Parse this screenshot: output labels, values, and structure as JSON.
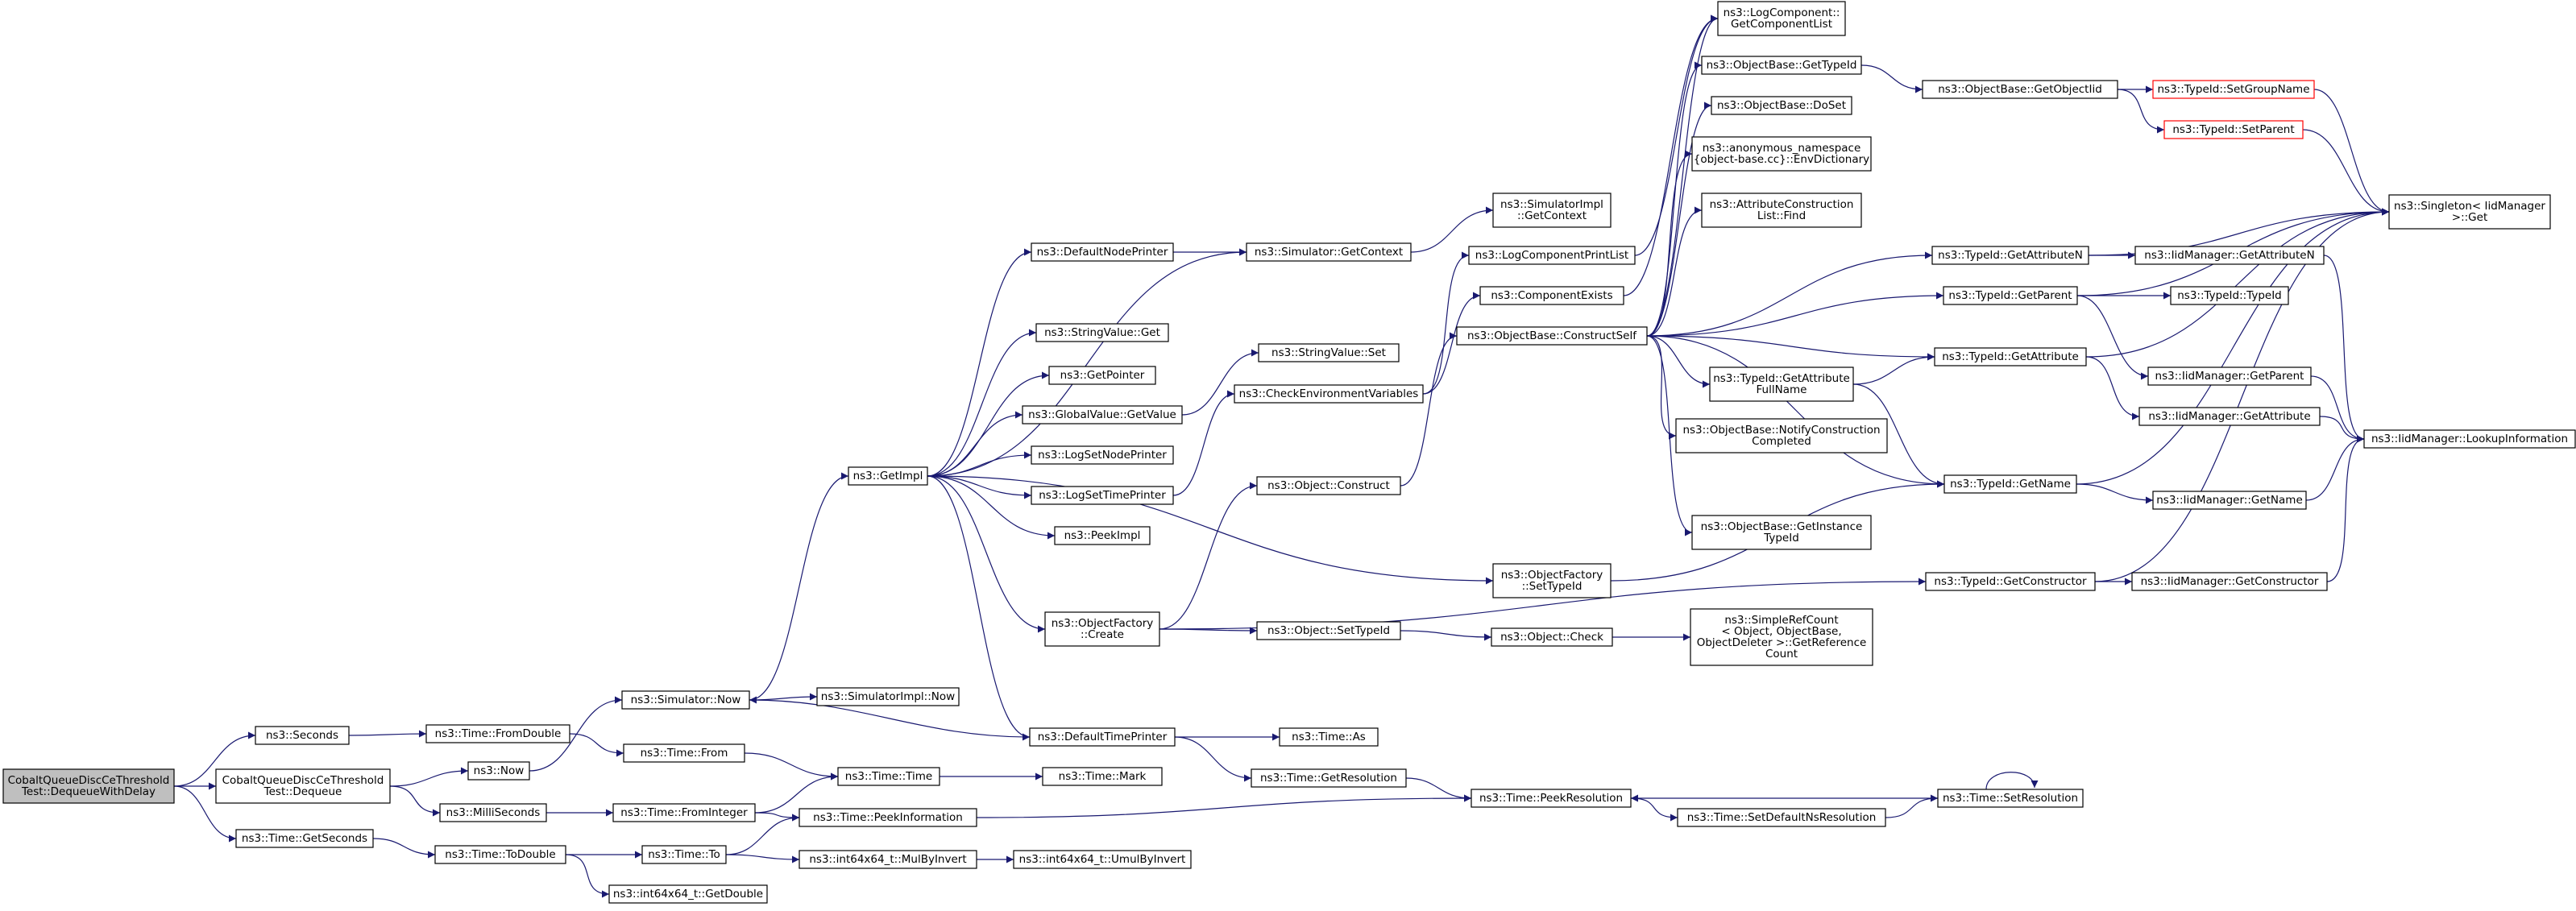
{
  "graph": {
    "edge_color": "#191970",
    "root_fill": "#bfbfbf",
    "highlight_border": "#ff0000",
    "nodes": [
      {
        "id": "root",
        "lines": [
          "CobaltQueueDiscCeThreshold",
          "Test::DequeueWithDelay"
        ],
        "style": "root"
      },
      {
        "id": "seconds",
        "lines": [
          "ns3::Seconds"
        ]
      },
      {
        "id": "dequeue",
        "lines": [
          "CobaltQueueDiscCeThreshold",
          "Test::Dequeue"
        ]
      },
      {
        "id": "getseconds",
        "lines": [
          "ns3::Time::GetSeconds"
        ]
      },
      {
        "id": "fromdouble",
        "lines": [
          "ns3::Time::FromDouble"
        ]
      },
      {
        "id": "now",
        "lines": [
          "ns3::Now"
        ]
      },
      {
        "id": "milliseconds",
        "lines": [
          "ns3::MilliSeconds"
        ]
      },
      {
        "id": "todouble",
        "lines": [
          "ns3::Time::ToDouble"
        ]
      },
      {
        "id": "simnow",
        "lines": [
          "ns3::Simulator::Now"
        ]
      },
      {
        "id": "timefrom",
        "lines": [
          "ns3::Time::From"
        ]
      },
      {
        "id": "frominteger",
        "lines": [
          "ns3::Time::FromInteger"
        ]
      },
      {
        "id": "timeto",
        "lines": [
          "ns3::Time::To"
        ]
      },
      {
        "id": "getdouble",
        "lines": [
          "ns3::int64x64_t::GetDouble"
        ]
      },
      {
        "id": "getimpl",
        "lines": [
          "ns3::GetImpl"
        ]
      },
      {
        "id": "simimplnow",
        "lines": [
          "ns3::SimulatorImpl::Now"
        ]
      },
      {
        "id": "timetime",
        "lines": [
          "ns3::Time::Time"
        ]
      },
      {
        "id": "peekinfo",
        "lines": [
          "ns3::Time::PeekInformation"
        ]
      },
      {
        "id": "mulbyinvert",
        "lines": [
          "ns3::int64x64_t::MulByInvert"
        ]
      },
      {
        "id": "defnodeprinter",
        "lines": [
          "ns3::DefaultNodePrinter"
        ]
      },
      {
        "id": "stringvalueget",
        "lines": [
          "ns3::StringValue::Get"
        ]
      },
      {
        "id": "getpointer",
        "lines": [
          "ns3::GetPointer"
        ]
      },
      {
        "id": "globalvalueget",
        "lines": [
          "ns3::GlobalValue::GetValue"
        ]
      },
      {
        "id": "logsetnodeprinter",
        "lines": [
          "ns3::LogSetNodePrinter"
        ]
      },
      {
        "id": "logsettimeprinter",
        "lines": [
          "ns3::LogSetTimePrinter"
        ]
      },
      {
        "id": "peekimpl",
        "lines": [
          "ns3::PeekImpl"
        ]
      },
      {
        "id": "objfactorycreate",
        "lines": [
          "ns3::ObjectFactory",
          "::Create"
        ]
      },
      {
        "id": "deftimeprinter",
        "lines": [
          "ns3::DefaultTimePrinter"
        ]
      },
      {
        "id": "timemark",
        "lines": [
          "ns3::Time::Mark"
        ]
      },
      {
        "id": "umulbyinvert",
        "lines": [
          "ns3::int64x64_t::UmulByInvert"
        ]
      },
      {
        "id": "simgetcontext",
        "lines": [
          "ns3::Simulator::GetContext"
        ]
      },
      {
        "id": "stringvalueset",
        "lines": [
          "ns3::StringValue::Set"
        ]
      },
      {
        "id": "checkenvvars",
        "lines": [
          "ns3::CheckEnvironmentVariables"
        ]
      },
      {
        "id": "objconstruct",
        "lines": [
          "ns3::Object::Construct"
        ]
      },
      {
        "id": "objsettypeid",
        "lines": [
          "ns3::Object::SetTypeId"
        ]
      },
      {
        "id": "timeas",
        "lines": [
          "ns3::Time::As"
        ]
      },
      {
        "id": "timegetres",
        "lines": [
          "ns3::Time::GetResolution"
        ]
      },
      {
        "id": "simimplgetcontext",
        "lines": [
          "ns3::SimulatorImpl",
          "::GetContext"
        ]
      },
      {
        "id": "logcomponentprintlist",
        "lines": [
          "ns3::LogComponentPrintList"
        ]
      },
      {
        "id": "componentexists",
        "lines": [
          "ns3::ComponentExists"
        ]
      },
      {
        "id": "constructself",
        "lines": [
          "ns3::ObjectBase::ConstructSelf"
        ]
      },
      {
        "id": "objfactorysettypeid",
        "lines": [
          "ns3::ObjectFactory",
          "::SetTypeId"
        ]
      },
      {
        "id": "objcheck",
        "lines": [
          "ns3::Object::Check"
        ]
      },
      {
        "id": "peekresolution",
        "lines": [
          "ns3::Time::PeekResolution"
        ]
      },
      {
        "id": "getcomponentlist",
        "lines": [
          "ns3::LogComponent::",
          "GetComponentList"
        ]
      },
      {
        "id": "objbasegettypeid",
        "lines": [
          "ns3::ObjectBase::GetTypeId"
        ]
      },
      {
        "id": "objbasedoset",
        "lines": [
          "ns3::ObjectBase::DoSet"
        ]
      },
      {
        "id": "envdictionary",
        "lines": [
          "ns3::anonymous_namespace",
          "{object-base.cc}::EnvDictionary"
        ]
      },
      {
        "id": "attrconstructfind",
        "lines": [
          "ns3::AttributeConstruction",
          "List::Find"
        ]
      },
      {
        "id": "getattrfullname",
        "lines": [
          "ns3::TypeId::GetAttribute",
          "FullName"
        ]
      },
      {
        "id": "notifyconstruction",
        "lines": [
          "ns3::ObjectBase::NotifyConstruction",
          "Completed"
        ]
      },
      {
        "id": "getinstancetypeid",
        "lines": [
          "ns3::ObjectBase::GetInstance",
          "TypeId"
        ]
      },
      {
        "id": "simplerefcount",
        "lines": [
          "ns3::SimpleRefCount",
          "< Object, ObjectBase,",
          "ObjectDeleter >::GetReference",
          "Count"
        ]
      },
      {
        "id": "setdefaultnsres",
        "lines": [
          "ns3::Time::SetDefaultNsResolution"
        ]
      },
      {
        "id": "objbasegetobjecttid",
        "lines": [
          "ns3::ObjectBase::GetObjectIid"
        ]
      },
      {
        "id": "getattributen",
        "lines": [
          "ns3::TypeId::GetAttributeN"
        ]
      },
      {
        "id": "typeidgetparent",
        "lines": [
          "ns3::TypeId::GetParent"
        ]
      },
      {
        "id": "typeidgetattribute",
        "lines": [
          "ns3::TypeId::GetAttribute"
        ]
      },
      {
        "id": "typeidgetname",
        "lines": [
          "ns3::TypeId::GetName"
        ]
      },
      {
        "id": "typeidgetconstructor",
        "lines": [
          "ns3::TypeId::GetConstructor"
        ]
      },
      {
        "id": "setresolution",
        "lines": [
          "ns3::Time::SetResolution"
        ]
      },
      {
        "id": "setgroupname",
        "lines": [
          "ns3::TypeId::SetGroupName"
        ],
        "style": "red"
      },
      {
        "id": "setparent",
        "lines": [
          "ns3::TypeId::SetParent"
        ],
        "style": "red"
      },
      {
        "id": "iidgetattributen",
        "lines": [
          "ns3::IidManager::GetAttributeN"
        ]
      },
      {
        "id": "typeidtypeid",
        "lines": [
          "ns3::TypeId::TypeId"
        ]
      },
      {
        "id": "iidgetparent",
        "lines": [
          "ns3::IidManager::GetParent"
        ]
      },
      {
        "id": "iidgetattribute",
        "lines": [
          "ns3::IidManager::GetAttribute"
        ]
      },
      {
        "id": "iidgetname",
        "lines": [
          "ns3::IidManager::GetName"
        ]
      },
      {
        "id": "iidgetconstructor",
        "lines": [
          "ns3::IidManager::GetConstructor"
        ]
      },
      {
        "id": "singletonget",
        "lines": [
          "ns3::Singleton< IidManager",
          " >::Get"
        ]
      },
      {
        "id": "lookupinfo",
        "lines": [
          "ns3::IidManager::LookupInformation"
        ]
      }
    ],
    "edges": [
      [
        "root",
        "seconds"
      ],
      [
        "root",
        "dequeue"
      ],
      [
        "root",
        "getseconds"
      ],
      [
        "seconds",
        "fromdouble"
      ],
      [
        "dequeue",
        "now"
      ],
      [
        "dequeue",
        "milliseconds"
      ],
      [
        "getseconds",
        "todouble"
      ],
      [
        "fromdouble",
        "timefrom"
      ],
      [
        "now",
        "simnow"
      ],
      [
        "milliseconds",
        "frominteger"
      ],
      [
        "todouble",
        "timeto"
      ],
      [
        "todouble",
        "getdouble"
      ],
      [
        "simnow",
        "getimpl"
      ],
      [
        "simnow",
        "simimplnow"
      ],
      [
        "timefrom",
        "timetime"
      ],
      [
        "frominteger",
        "timetime"
      ],
      [
        "frominteger",
        "peekinfo"
      ],
      [
        "timeto",
        "peekinfo"
      ],
      [
        "timeto",
        "mulbyinvert"
      ],
      [
        "getimpl",
        "defnodeprinter"
      ],
      [
        "getimpl",
        "simgetcontext"
      ],
      [
        "getimpl",
        "stringvalueget"
      ],
      [
        "getimpl",
        "getpointer"
      ],
      [
        "getimpl",
        "globalvalueget"
      ],
      [
        "getimpl",
        "logsetnodeprinter"
      ],
      [
        "getimpl",
        "logsettimeprinter"
      ],
      [
        "getimpl",
        "peekimpl"
      ],
      [
        "getimpl",
        "objfactorycreate"
      ],
      [
        "getimpl",
        "deftimeprinter"
      ],
      [
        "getimpl",
        "objfactorysettypeid"
      ],
      [
        "timetime",
        "timemark"
      ],
      [
        "peekinfo",
        "peekresolution"
      ],
      [
        "mulbyinvert",
        "umulbyinvert"
      ],
      [
        "defnodeprinter",
        "simgetcontext"
      ],
      [
        "globalvalueget",
        "stringvalueset"
      ],
      [
        "logsettimeprinter",
        "checkenvvars"
      ],
      [
        "objfactorycreate",
        "objconstruct"
      ],
      [
        "objfactorycreate",
        "objsettypeid"
      ],
      [
        "objfactorycreate",
        "typeidgetconstructor"
      ],
      [
        "deftimeprinter",
        "simnow"
      ],
      [
        "deftimeprinter",
        "timeas"
      ],
      [
        "deftimeprinter",
        "timegetres"
      ],
      [
        "simgetcontext",
        "simimplgetcontext"
      ],
      [
        "checkenvvars",
        "logcomponentprintlist"
      ],
      [
        "checkenvvars",
        "componentexists"
      ],
      [
        "objconstruct",
        "constructself"
      ],
      [
        "objsettypeid",
        "objcheck"
      ],
      [
        "timegetres",
        "peekresolution"
      ],
      [
        "logcomponentprintlist",
        "getcomponentlist"
      ],
      [
        "componentexists",
        "getcomponentlist"
      ],
      [
        "constructself",
        "getcomponentlist"
      ],
      [
        "constructself",
        "objbasegettypeid"
      ],
      [
        "constructself",
        "objbasedoset"
      ],
      [
        "constructself",
        "envdictionary"
      ],
      [
        "constructself",
        "attrconstructfind"
      ],
      [
        "constructself",
        "getattributen"
      ],
      [
        "constructself",
        "typeidgetparent"
      ],
      [
        "constructself",
        "typeidgetattribute"
      ],
      [
        "constructself",
        "getattrfullname"
      ],
      [
        "constructself",
        "notifyconstruction"
      ],
      [
        "constructself",
        "typeidgetname"
      ],
      [
        "constructself",
        "getinstancetypeid"
      ],
      [
        "objfactorysettypeid",
        "typeidgetname"
      ],
      [
        "objcheck",
        "simplerefcount"
      ],
      [
        "peekresolution",
        "setdefaultnsres"
      ],
      [
        "objbasegettypeid",
        "objbasegetobjecttid"
      ],
      [
        "getattrfullname",
        "typeidgetattribute"
      ],
      [
        "getattrfullname",
        "typeidgetname"
      ],
      [
        "setdefaultnsres",
        "setresolution"
      ],
      [
        "objbasegetobjecttid",
        "setgroupname"
      ],
      [
        "objbasegetobjecttid",
        "setparent"
      ],
      [
        "getattributen",
        "singletonget"
      ],
      [
        "getattributen",
        "iidgetattributen"
      ],
      [
        "typeidgetparent",
        "singletonget"
      ],
      [
        "typeidgetparent",
        "typeidtypeid"
      ],
      [
        "typeidgetparent",
        "iidgetparent"
      ],
      [
        "typeidgetattribute",
        "singletonget"
      ],
      [
        "typeidgetattribute",
        "iidgetattribute"
      ],
      [
        "typeidgetname",
        "singletonget"
      ],
      [
        "typeidgetname",
        "iidgetname"
      ],
      [
        "typeidgetconstructor",
        "singletonget"
      ],
      [
        "typeidgetconstructor",
        "iidgetconstructor"
      ],
      [
        "setresolution",
        "peekresolution"
      ],
      [
        "setresolution",
        "setresolution"
      ],
      [
        "setgroupname",
        "singletonget"
      ],
      [
        "setparent",
        "singletonget"
      ],
      [
        "iidgetattributen",
        "lookupinfo"
      ],
      [
        "iidgetparent",
        "lookupinfo"
      ],
      [
        "iidgetattribute",
        "lookupinfo"
      ],
      [
        "iidgetname",
        "lookupinfo"
      ],
      [
        "iidgetconstructor",
        "lookupinfo"
      ]
    ]
  }
}
